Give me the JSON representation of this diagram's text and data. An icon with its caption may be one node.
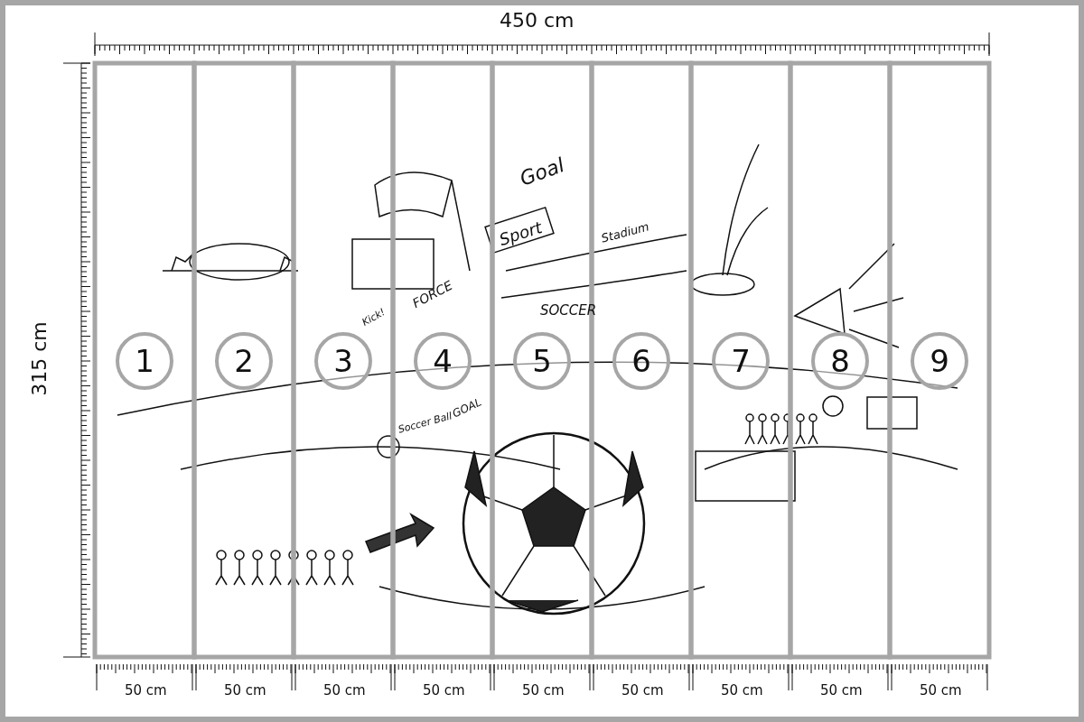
{
  "diagram": {
    "nodes": [
      {
        "text": [
          "1"
        ]
      },
      {
        "text": [
          "2"
        ]
      },
      {
        "text": [
          "3"
        ]
      },
      {
        "text": [
          "4"
        ]
      },
      {
        "text": [
          "5"
        ]
      },
      {
        "text": [
          "6"
        ]
      },
      {
        "text": [
          "7"
        ]
      },
      {
        "text": [
          "8"
        ]
      },
      {
        "text": [
          "9"
        ]
      }
    ],
    "edges": [],
    "labels": [
      "450 cm",
      "315 cm",
      "Goal",
      "Sport",
      "Stadium",
      "FORCE",
      "SOCCER",
      "Kick!",
      "Soccer Ball",
      "GOAL",
      "50 cm",
      "50 cm",
      "50 cm",
      "50 cm",
      "50 cm",
      "50 cm",
      "50 cm",
      "50 cm",
      "50 cm"
    ]
  }
}
